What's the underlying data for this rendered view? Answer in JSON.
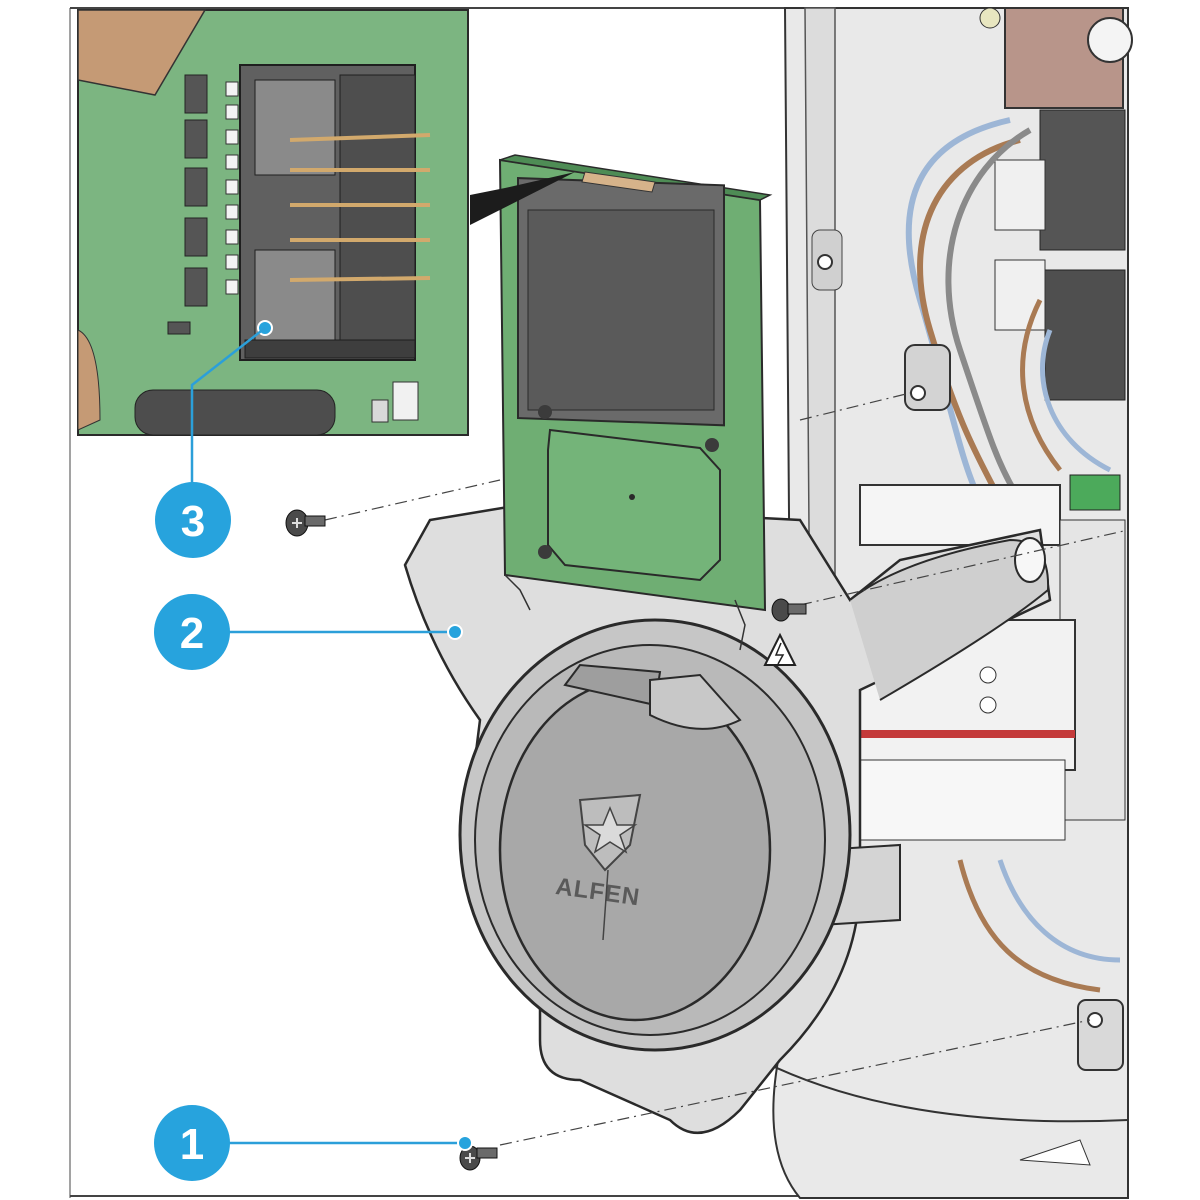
{
  "callouts": [
    {
      "id": "callout-1",
      "label": "1"
    },
    {
      "id": "callout-2",
      "label": "2"
    },
    {
      "id": "callout-3",
      "label": "3"
    }
  ],
  "brand": {
    "logo_text": "ALFEN"
  },
  "colors": {
    "callout_fill": "#27a3dd",
    "pcb_green": "#6fae73",
    "pcb_dark": "#3f7d46",
    "housing_grey": "#d9d9d9",
    "cover_grey": "#a9a9a9",
    "leader_line": "#2b9fd9",
    "warning_red": "#c43a3a"
  },
  "icons": [
    "screw-icon",
    "warning-triangle-icon",
    "alfen-star-logo-icon"
  ]
}
